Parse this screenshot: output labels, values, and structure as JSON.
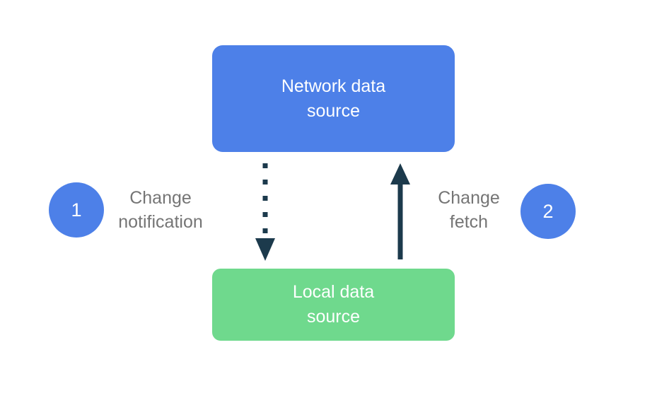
{
  "diagram": {
    "background_color": "#ffffff",
    "label_text_color": "#757575",
    "nodes": {
      "network": {
        "label": "Network data source",
        "label_lines": [
          "Network data",
          "source"
        ],
        "color": "#4d80e8",
        "text_color": "#ffffff"
      },
      "local": {
        "label": "Local data source",
        "label_lines": [
          "Local data",
          "source"
        ],
        "color": "#6fd98d",
        "text_color": "#ffffff"
      }
    },
    "arrows": {
      "color": "#1c3a4c",
      "change_notification": {
        "style": "dotted",
        "direction": "down",
        "from": "network",
        "to": "local",
        "label": "Change notification",
        "label_lines": [
          "Change",
          "notification"
        ]
      },
      "change_fetch": {
        "style": "solid",
        "direction": "up",
        "from": "local",
        "to": "network",
        "label": "Change fetch",
        "label_lines": [
          "Change",
          "fetch"
        ]
      }
    },
    "badges": {
      "color": "#4d80e8",
      "text_color": "#ffffff",
      "step1": "1",
      "step2": "2"
    }
  }
}
